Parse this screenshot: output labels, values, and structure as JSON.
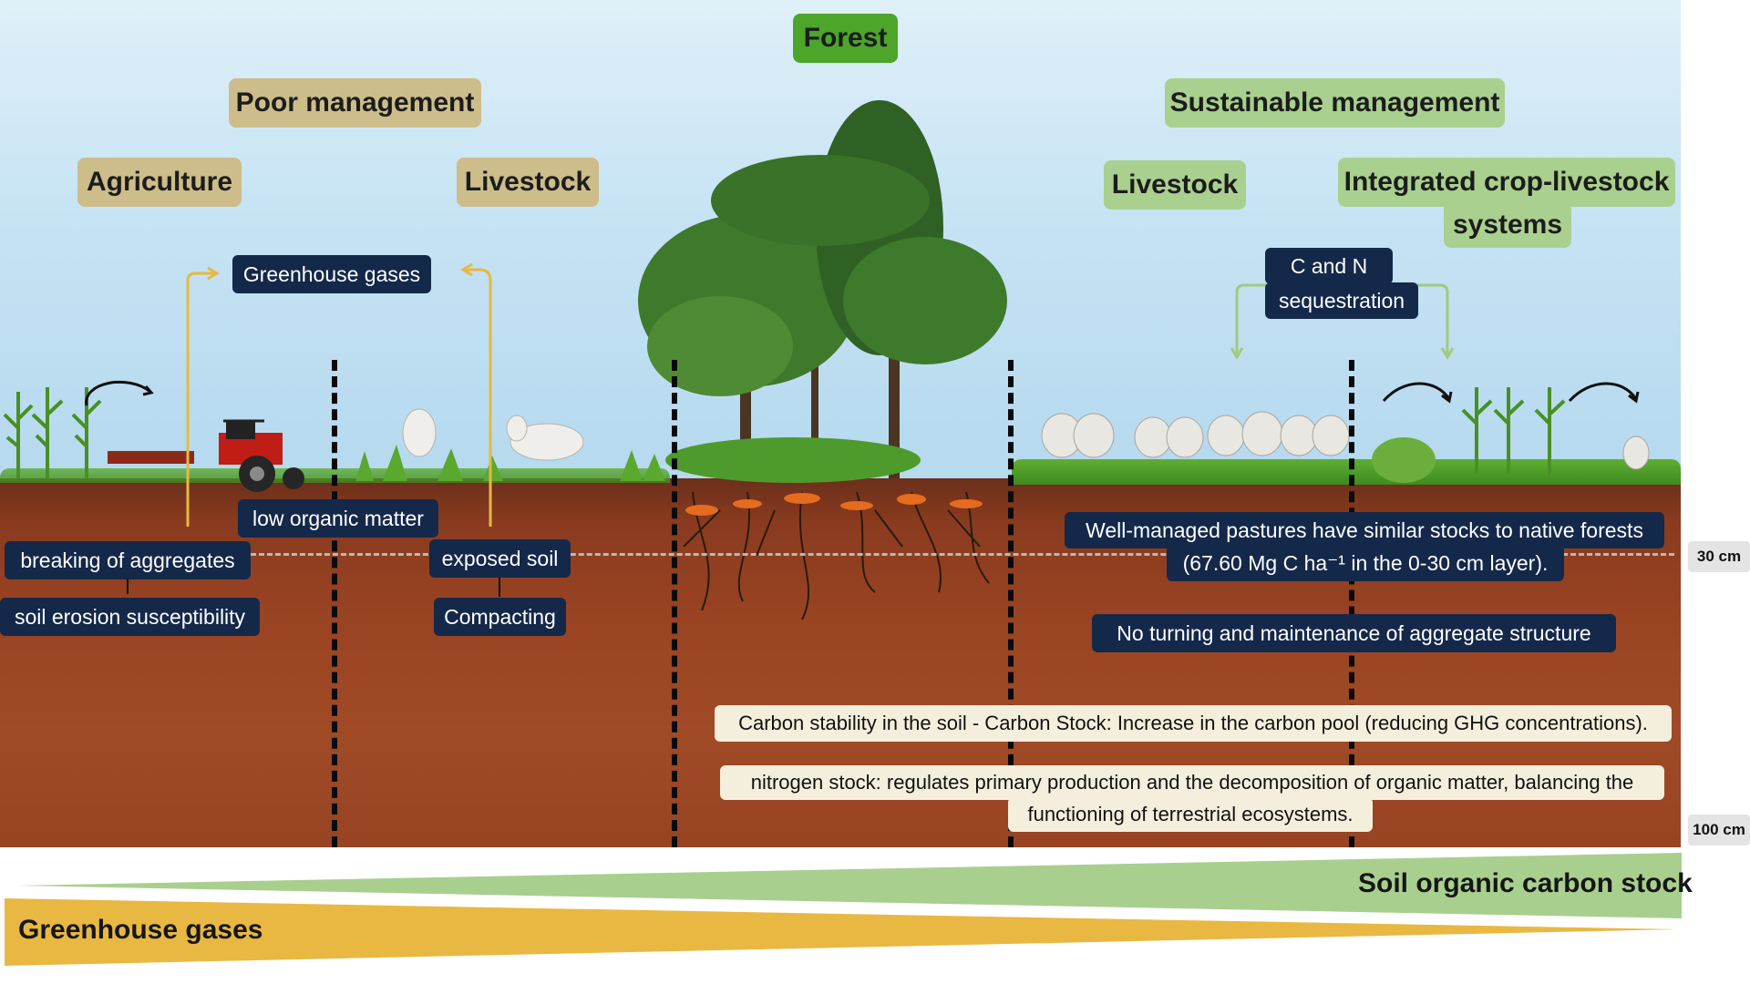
{
  "titles": {
    "forest": "Forest",
    "poor_management": "Poor management",
    "sustainable_management": "Sustainable management",
    "agriculture": "Agriculture",
    "livestock_poor": "Livestock",
    "livestock_sustainable": "Livestock",
    "integrated_line1": "Integrated crop-livestock",
    "integrated_line2": "systems"
  },
  "labels": {
    "greenhouse_gases": "Greenhouse gases",
    "cn_line1": "C and N",
    "cn_line2": "sequestration",
    "low_organic_matter": "low organic matter",
    "breaking_aggregates": "breaking of aggregates",
    "exposed_soil": "exposed soil",
    "soil_erosion": "soil erosion susceptibility",
    "compacting": "Compacting",
    "pastures_line1": "Well-managed pastures have similar stocks to native forests",
    "pastures_line2": "(67.60 Mg C ha⁻¹ in the 0-30 cm layer).",
    "no_turning": "No turning and maintenance of aggregate structure",
    "carbon_stability": "Carbon stability in the soil - Carbon Stock: Increase in the carbon pool (reducing GHG concentrations).",
    "nitrogen_line1": "nitrogen stock: regulates primary production and the decomposition of organic matter, balancing the",
    "nitrogen_line2": "functioning of terrestrial ecosystems."
  },
  "depths": {
    "d30": "30 cm",
    "d100": "100 cm"
  },
  "wedges": {
    "soc": "Soil organic carbon stock",
    "ghg": "Greenhouse gases"
  },
  "colors": {
    "poor_pill": "#cdbd8a",
    "sustainable_pill": "#a9d08e",
    "forest_pill": "#4da52a",
    "navy_label": "#14284a",
    "ghg_arrow": "#e8b842",
    "cn_arrow": "#a9d08e",
    "soil": "#9a4423",
    "sky": "#c6e3f4"
  },
  "icons": [
    "tractor-icon",
    "cow-icon",
    "corn-plant-icon",
    "tree-icon",
    "rotation-arrow-icon",
    "root-system-icon"
  ]
}
